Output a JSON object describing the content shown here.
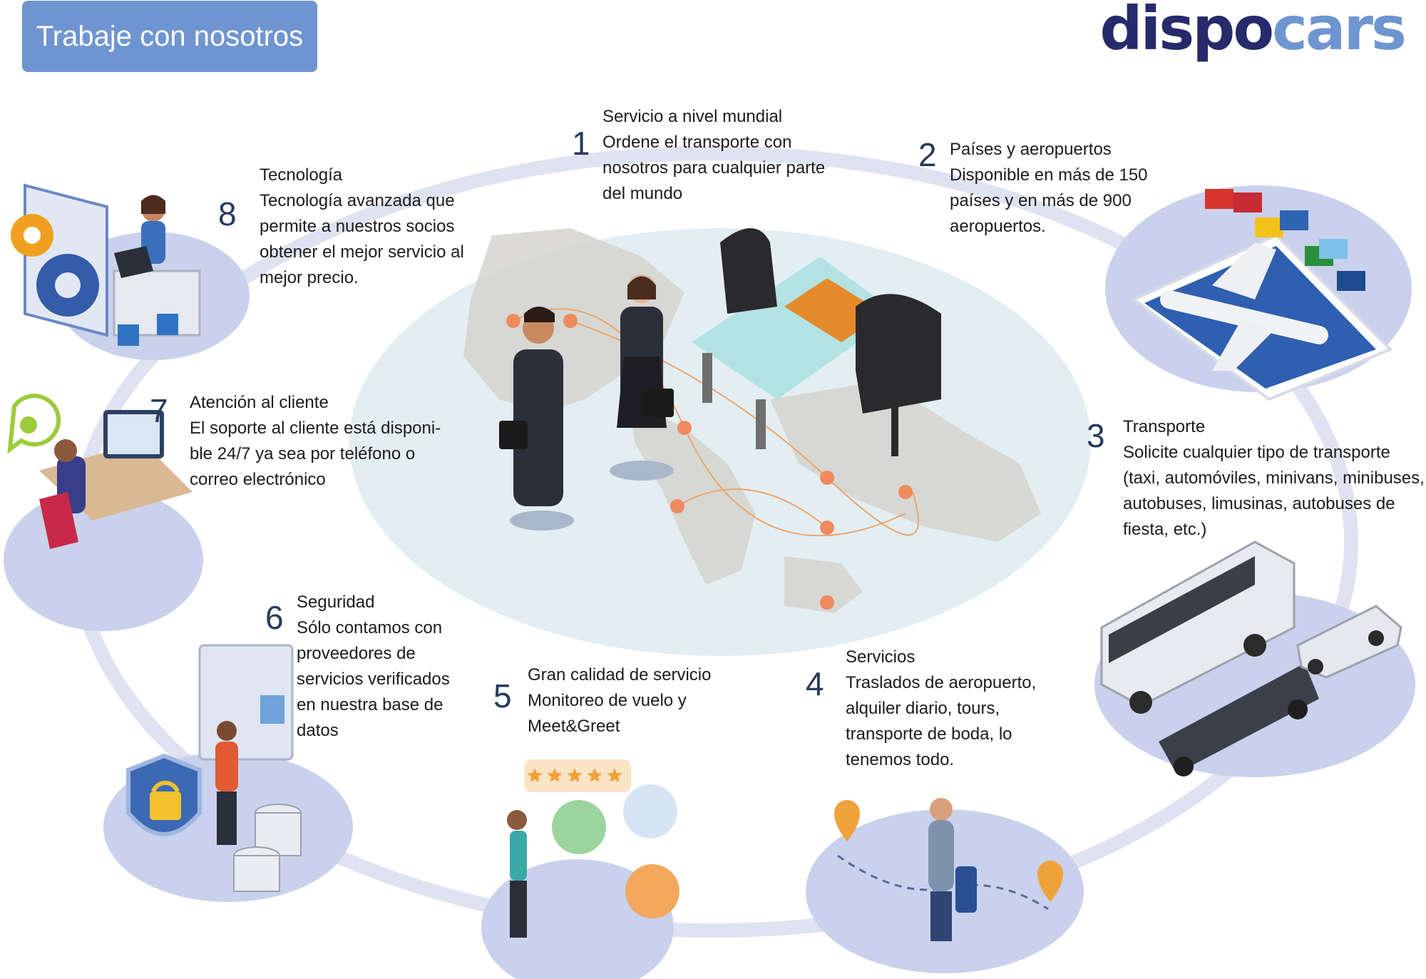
{
  "header": {
    "button_label": "Trabaje con nosotros",
    "logo_part1": "dispo",
    "logo_part2": "cars"
  },
  "colors": {
    "accent": "#6f95d1",
    "brand_dark": "#272a6b",
    "ring": "#dfe3f1",
    "blob": "#c9d1ec",
    "map": "#e3eef3"
  },
  "steps": [
    {
      "number": "1",
      "title": "Servicio a nivel mundial",
      "body_lines": [
        "Ordene el transporte con",
        "nosotros para cualquier parte",
        "del mundo"
      ]
    },
    {
      "number": "2",
      "title": "Países y aeropuertos",
      "body_lines": [
        "Disponible en más de 150",
        "países y en más de 900",
        "aeropuertos."
      ]
    },
    {
      "number": "3",
      "title": "Transporte",
      "body_lines": [
        "Solicite cualquier tipo de transporte",
        "(taxi, automóviles, minivans, minibuses,",
        "autobuses, limusinas, autobuses de",
        "fiesta, etc.)"
      ]
    },
    {
      "number": "4",
      "title": "Servicios",
      "body_lines": [
        "Traslados de aeropuerto,",
        "alquiler diario, tours,",
        "transporte de boda, lo",
        "tenemos todo."
      ]
    },
    {
      "number": "5",
      "title": "Gran calidad de servicio",
      "body_lines": [
        "Monitoreo de vuelo y",
        "Meet&Greet"
      ]
    },
    {
      "number": "6",
      "title": "Seguridad",
      "body_lines": [
        "Sólo contamos con",
        "proveedores de",
        "servicios verificados",
        "en nuestra base de",
        "datos"
      ]
    },
    {
      "number": "7",
      "title": "Atención al cliente",
      "body_lines": [
        "El soporte al cliente está disponi-",
        "ble 24/7 ya sea por teléfono o",
        "correo electrónico"
      ]
    },
    {
      "number": "8",
      "title": "Tecnología",
      "body_lines": [
        "Tecnología avanzada que",
        "permite a nuestros socios",
        "obtener el mejor servicio al",
        "mejor precio."
      ]
    }
  ],
  "illustrations": [
    {
      "step": "1",
      "icon": "handshake-world-map-icon"
    },
    {
      "step": "2",
      "icon": "airplane-flags-icon"
    },
    {
      "step": "3",
      "icon": "bus-car-limousine-icon"
    },
    {
      "step": "4",
      "icon": "traveler-route-icon"
    },
    {
      "step": "5",
      "icon": "rating-support-team-icon"
    },
    {
      "step": "6",
      "icon": "shield-lock-database-icon"
    },
    {
      "step": "7",
      "icon": "customer-support-agent-icon"
    },
    {
      "step": "8",
      "icon": "technology-gears-laptop-icon"
    }
  ],
  "rating": {
    "stars": 5,
    "max": 5
  }
}
